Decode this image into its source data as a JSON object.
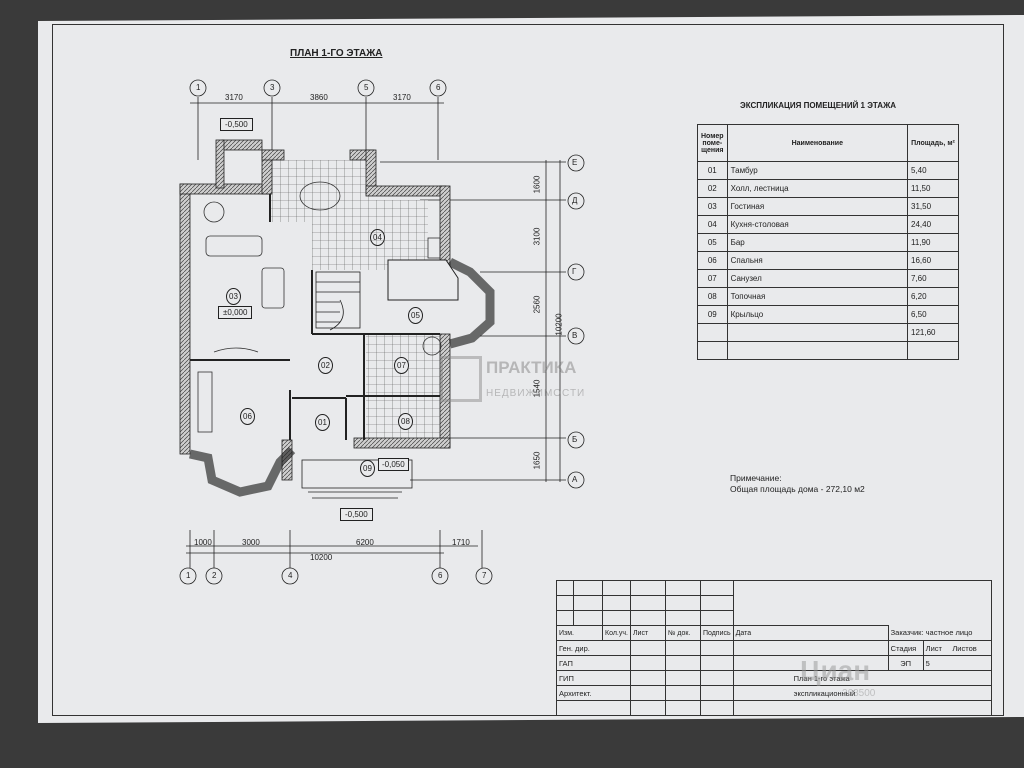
{
  "plan": {
    "title": "ПЛАН 1-ГО ЭТАЖА",
    "axes_top": [
      "1",
      "3",
      "5",
      "6"
    ],
    "axes_bottom": [
      "1",
      "2",
      "4",
      "6",
      "7"
    ],
    "axes_right": [
      "Е",
      "Д",
      "Г",
      "В",
      "Б",
      "А"
    ],
    "dims_top": [
      "3170",
      "3860",
      "3170"
    ],
    "dims_bottom": [
      "1000",
      "3000",
      "6200",
      "1710"
    ],
    "dim_bottom_total": "10200",
    "dims_right": [
      "1600",
      "3100",
      "2560",
      "1540",
      "1650"
    ],
    "dim_right_total": "10200",
    "levels": {
      "top": "-0,500",
      "floor": "±0,000",
      "porch": "-0,050",
      "bottom": "-0,500"
    },
    "room_labels": [
      "01",
      "02",
      "03",
      "04",
      "05",
      "06",
      "07",
      "08",
      "09"
    ]
  },
  "explication": {
    "title": "ЭКСПЛИКАЦИЯ ПОМЕЩЕНИЙ 1 ЭТАЖА",
    "headers": [
      "Номер поме-щения",
      "Наименование",
      "Площадь, м²"
    ],
    "rows": [
      [
        "01",
        "Тамбур",
        "5,40"
      ],
      [
        "02",
        "Холл, лестница",
        "11,50"
      ],
      [
        "03",
        "Гостиная",
        "31,50"
      ],
      [
        "04",
        "Кухня-столовая",
        "24,40"
      ],
      [
        "05",
        "Бар",
        "11,90"
      ],
      [
        "06",
        "Спальня",
        "16,60"
      ],
      [
        "07",
        "Санузел",
        "7,60"
      ],
      [
        "08",
        "Топочная",
        "6,20"
      ],
      [
        "09",
        "Крыльцо",
        "6,50"
      ]
    ],
    "total": "121,60"
  },
  "note": {
    "label": "Примечание:",
    "text": "Общая площадь дома - 272,10 м2"
  },
  "stamp": {
    "headers": [
      "Изм.",
      "Кол.уч.",
      "Лист",
      "№ док.",
      "Подпись",
      "Дата"
    ],
    "roles": [
      "Ген. дир.",
      "ГАП",
      "ГИП",
      "Архитект."
    ],
    "customer": "Заказчик: частное лицо",
    "stage_header": "Стадия",
    "sheet_header": "Лист",
    "sheets_header": "Листов",
    "stage": "ЭП",
    "sheet": "5",
    "sheet_title_1": "План 1-го этажа",
    "sheet_title_2": "экспликационный"
  },
  "watermark": {
    "brand": "ПРАКТИКА",
    "sub": "НЕДВИЖИМОСТИ",
    "cian": "Циан",
    "cian_id": "263500"
  }
}
